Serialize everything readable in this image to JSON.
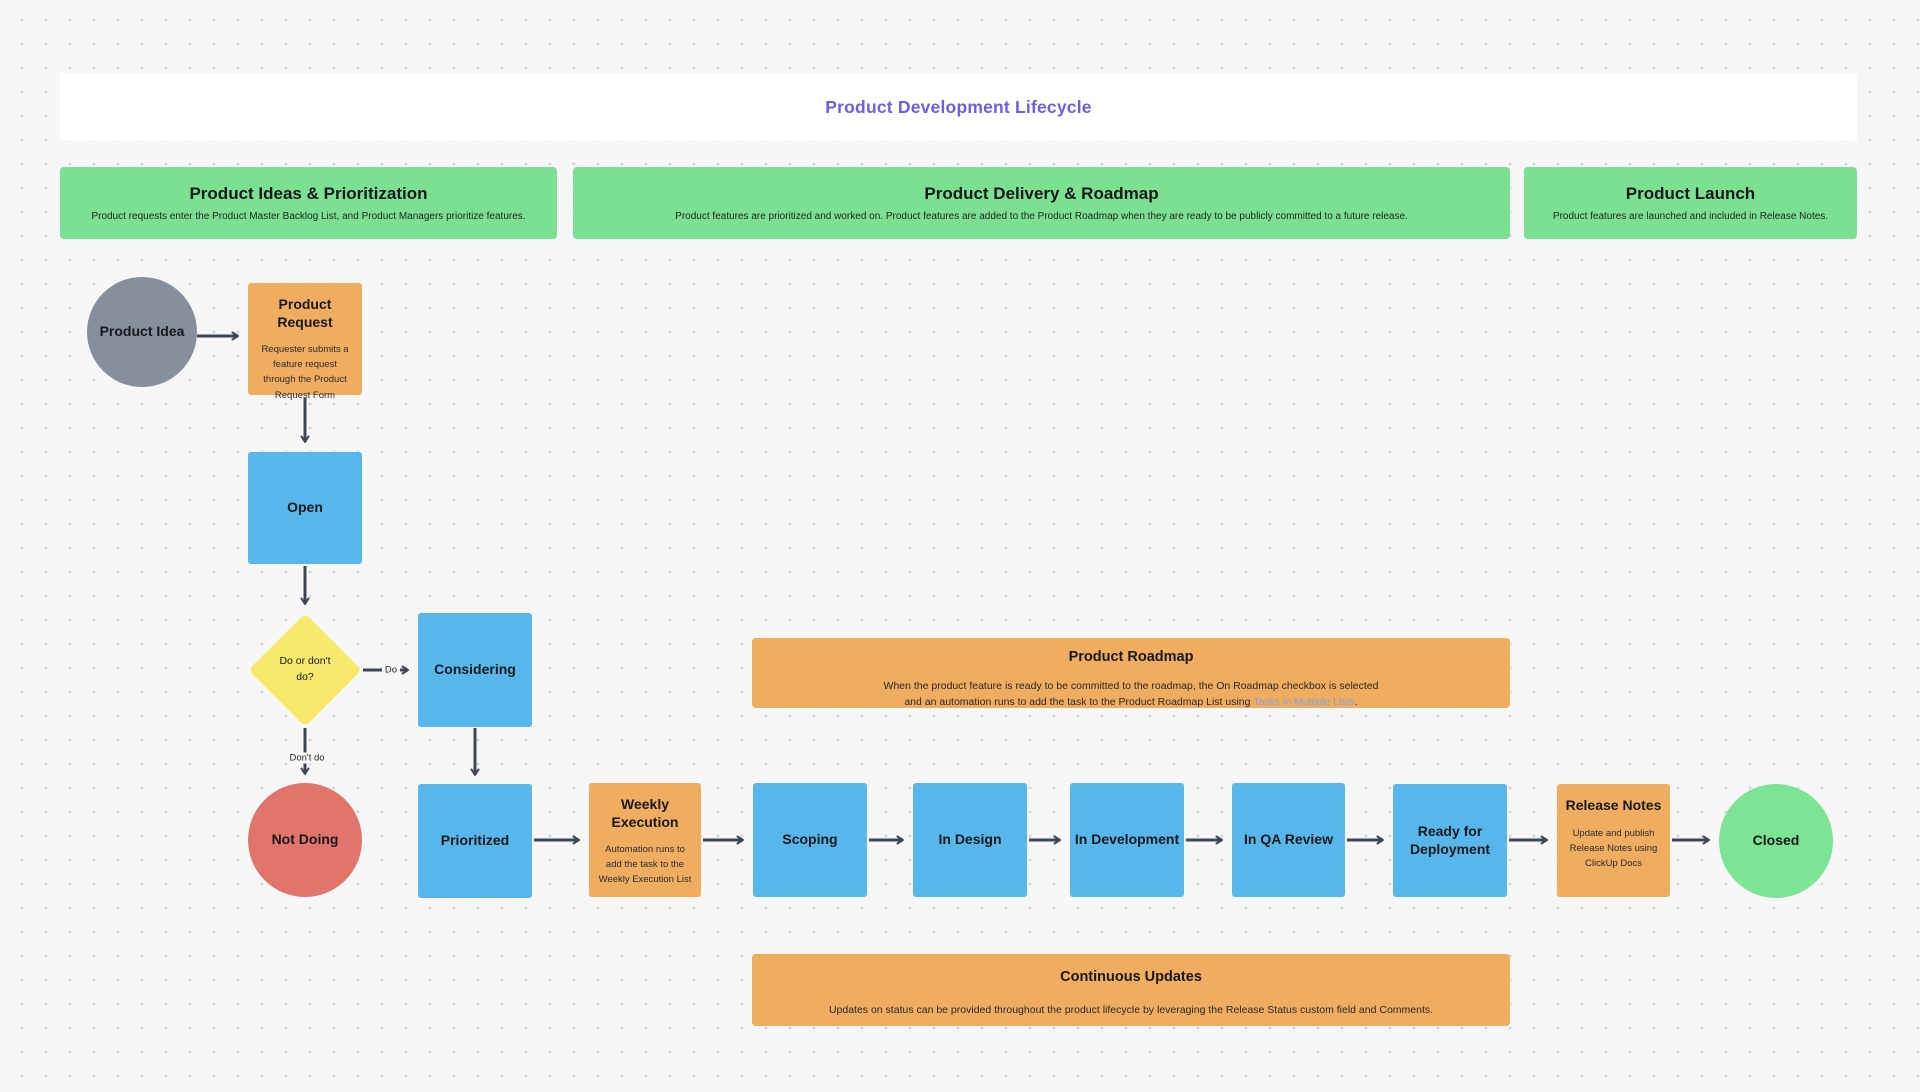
{
  "title": "Product Development Lifecycle",
  "colors": {
    "accent_purple": "#6d5de7",
    "phase_green": "#7be092",
    "node_blue": "#58b7ea",
    "node_orange": "#f0ad60",
    "node_yellow": "#f6e96b",
    "node_red": "#e2756b",
    "node_gray": "#878f9c",
    "node_green": "#7ce495",
    "arrow": "#3e4653",
    "link_blue": "#7fa3e6"
  },
  "phases": {
    "ideas": {
      "title": "Product Ideas & Prioritization",
      "subtitle": "Product requests enter the Product Master Backlog List, and Product Managers prioritize features."
    },
    "delivery": {
      "title": "Product Delivery & Roadmap",
      "subtitle": "Product features are prioritized and worked on. Product features are added to the Product Roadmap when they are ready to be publicly committed to a future release."
    },
    "launch": {
      "title": "Product Launch",
      "subtitle": "Product features are launched and included in Release Notes."
    }
  },
  "nodes": {
    "product_idea": {
      "label": "Product Idea"
    },
    "product_request": {
      "label": "Product Request",
      "description": "Requester submits a feature request through the Product Request Form"
    },
    "open": {
      "label": "Open"
    },
    "decision": {
      "label": "Do or don't do?"
    },
    "considering": {
      "label": "Considering"
    },
    "not_doing": {
      "label": "Not Doing"
    },
    "prioritized": {
      "label": "Prioritized"
    },
    "weekly_execution": {
      "label": "Weekly Execution",
      "description": "Automation runs to add the task to the Weekly Execution List"
    },
    "scoping": {
      "label": "Scoping"
    },
    "in_design": {
      "label": "In Design"
    },
    "in_development": {
      "label": "In Development"
    },
    "in_qa_review": {
      "label": "In QA Review"
    },
    "ready_for_deployment": {
      "label": "Ready for Deployment"
    },
    "release_notes": {
      "label": "Release Notes",
      "description": "Update and publish Release Notes using ClickUp Docs"
    },
    "closed": {
      "label": "Closed"
    }
  },
  "edges": {
    "do_label": "Do",
    "dont_do_label": "Don't do"
  },
  "banners": {
    "roadmap": {
      "title": "Product Roadmap",
      "line1": "When the product feature is ready to be committed to the roadmap, the On Roadmap checkbox is selected",
      "line2_prefix": "and an automation runs to add the task to the Product Roadmap List using ",
      "line2_link": "Tasks in Multiple Lists",
      "line2_suffix": "."
    },
    "continuous_updates": {
      "title": "Continuous Updates",
      "text": "Updates on status can be provided throughout the product lifecycle by leveraging the Release Status custom field and Comments."
    }
  }
}
